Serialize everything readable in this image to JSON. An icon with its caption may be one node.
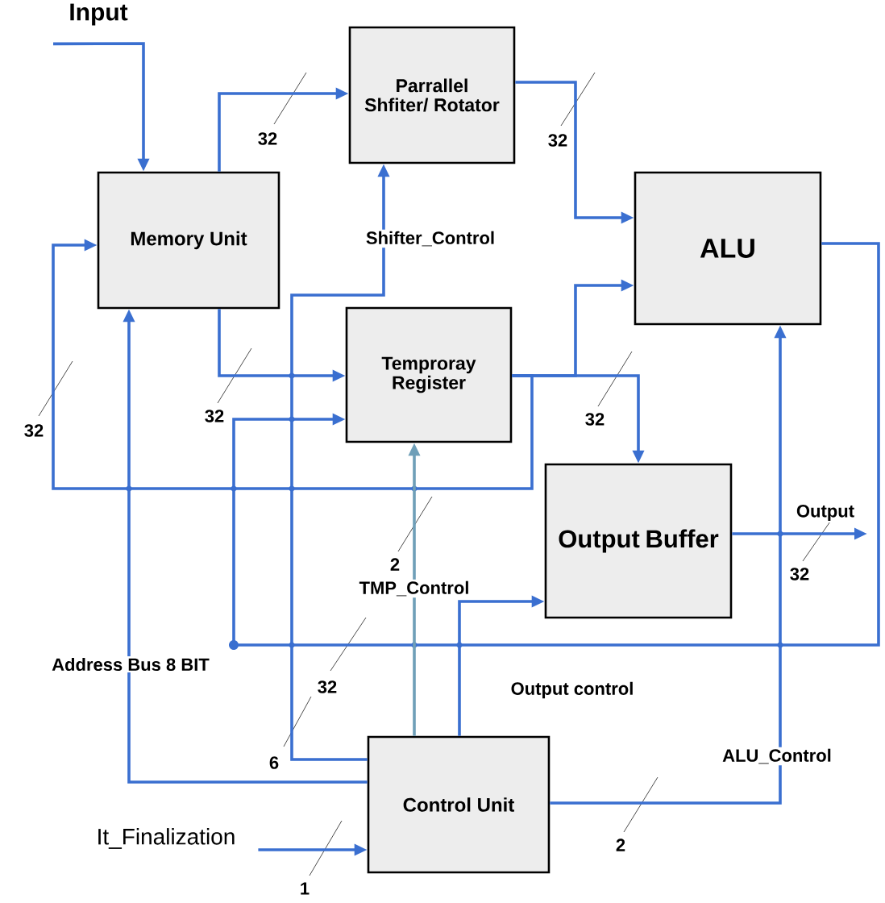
{
  "diagram": {
    "nodes": [
      {
        "text": [
          "Input"
        ]
      },
      {
        "text": [
          "Parrallel Shfiter/ Rotator"
        ]
      },
      {
        "text": [
          "Memory Unit"
        ]
      },
      {
        "text": [
          "ALU"
        ]
      },
      {
        "text": [
          "Temproray Register"
        ]
      },
      {
        "text": [
          "Output Buffer"
        ]
      },
      {
        "text": [
          "It_Finalization"
        ]
      },
      {
        "text": [
          "Control Unit"
        ]
      }
    ],
    "edges": [
      {
        "from": 0,
        "to": 2,
        "arrow": "to"
      },
      {
        "from": 2,
        "to": 1,
        "arrow": "to"
      },
      {
        "from": 1,
        "to": 3,
        "arrow": "to"
      },
      {
        "from": 2,
        "to": 4,
        "arrow": "to"
      },
      {
        "from": 4,
        "to": 3,
        "arrow": "to"
      },
      {
        "from": 4,
        "to": 5,
        "arrow": "to"
      },
      {
        "from": 4,
        "to": 2,
        "arrow": "to"
      },
      {
        "from": 3,
        "to": 4,
        "arrow": "to"
      },
      {
        "from": 5,
        "to": null,
        "arrow": "to",
        "label": "Output"
      },
      {
        "from": 7,
        "to": 2,
        "arrow": "to",
        "label": "Address Bus 8 BIT"
      },
      {
        "from": 7,
        "to": 1,
        "arrow": "to",
        "label": "Shifter_Control"
      },
      {
        "from": 7,
        "to": 4,
        "arrow": "to",
        "label": "TMP_Control",
        "color": "#6f9fb8"
      },
      {
        "from": 7,
        "to": 5,
        "arrow": "to",
        "label": "Output control"
      },
      {
        "from": 7,
        "to": 3,
        "arrow": "to",
        "label": "ALU_Control"
      },
      {
        "from": 6,
        "to": 7,
        "arrow": "to"
      }
    ],
    "labels": [
      "32",
      "32",
      "32",
      "32",
      "32",
      "2",
      "32",
      "6",
      "32",
      "2",
      "1"
    ]
  }
}
